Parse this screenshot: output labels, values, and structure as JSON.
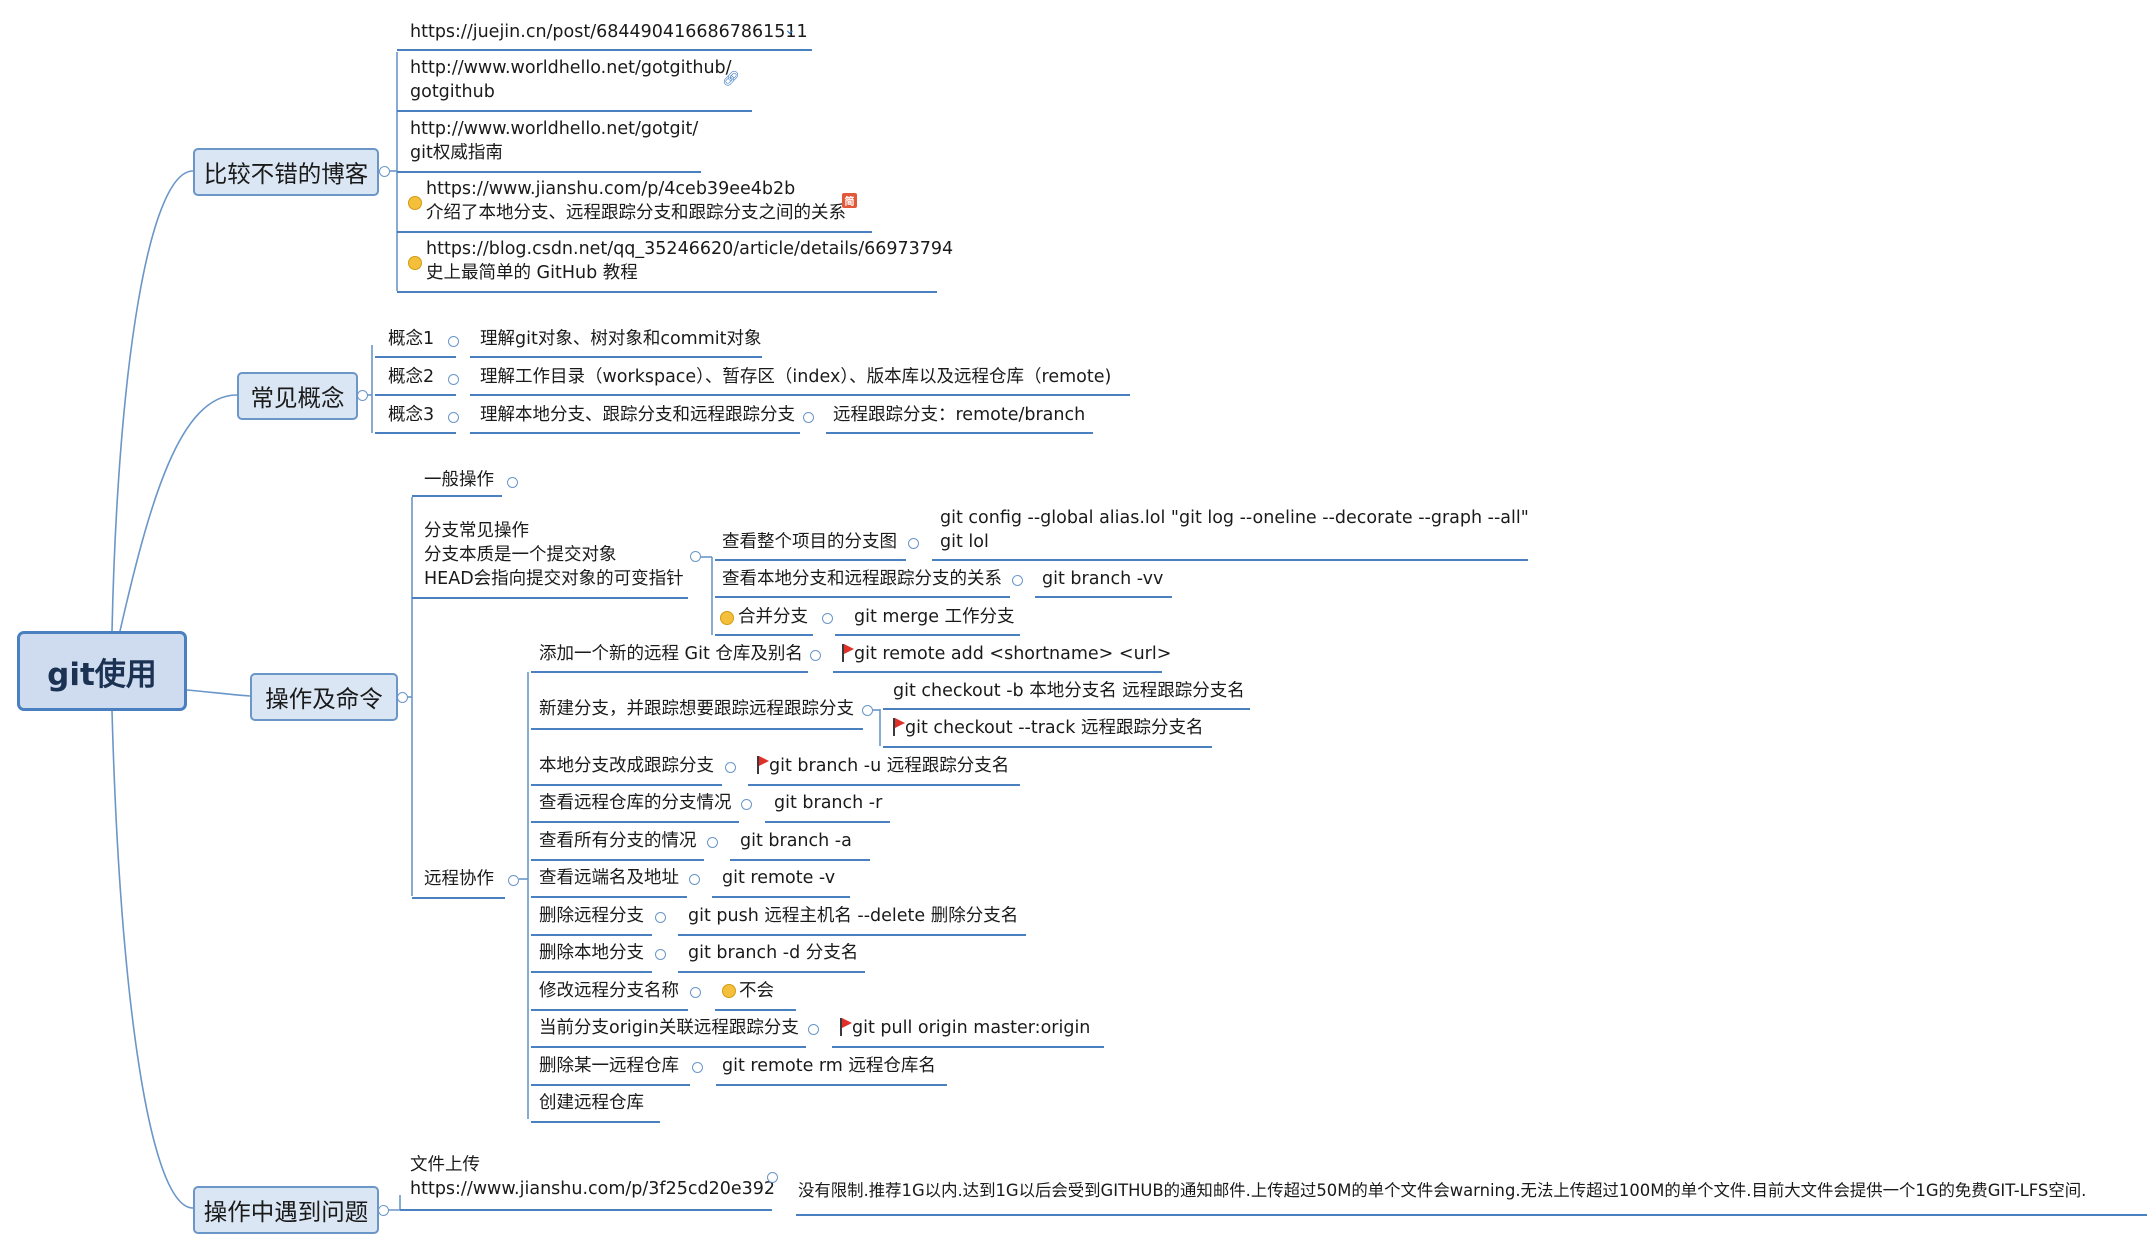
{
  "root": {
    "label": "git使用"
  },
  "branches": {
    "blogs": {
      "label": "比较不错的博客",
      "items": [
        {
          "lines": [
            "https://juejin.cn/post/6844904166867861511"
          ]
        },
        {
          "lines": [
            "http://www.worldhello.net/gotgithub/",
            "gotgithub"
          ]
        },
        {
          "lines": [
            "http://www.worldhello.net/gotgit/",
            "git权威指南"
          ]
        },
        {
          "lines": [
            "https://www.jianshu.com/p/4ceb39ee4b2b",
            "介绍了本地分支、远程跟踪分支和跟踪分支之间的关系"
          ]
        },
        {
          "lines": [
            "https://blog.csdn.net/qq_35246620/article/details/66973794",
            "史上最简单的 GitHub 教程"
          ]
        }
      ],
      "note_icon_label": "简"
    },
    "concepts": {
      "label": "常见概念",
      "items": [
        {
          "name": "概念1",
          "desc": "理解git对象、树对象和commit对象"
        },
        {
          "name": "概念2",
          "desc": "理解工作目录（workspace）、暂存区（index）、版本库以及远程仓库（remote)"
        },
        {
          "name": "概念3",
          "desc": "理解本地分支、跟踪分支和远程跟踪分支",
          "extra": "远程跟踪分支：remote/branch"
        }
      ]
    },
    "ops": {
      "label": "操作及命令",
      "general": "一般操作",
      "branch_ops": {
        "lines": [
          "分支常见操作",
          "分支本质是一个提交对象",
          "HEAD会指向提交对象的可变指针"
        ],
        "items": [
          {
            "label": "查看整个项目的分支图",
            "lines": [
              "git config --global alias.lol \"git log --oneline --decorate --graph --all\"",
              "git lol"
            ]
          },
          {
            "label": "查看本地分支和远程跟踪分支的关系",
            "value": "git branch -vv"
          },
          {
            "label": "合并分支",
            "value": "git merge 工作分支"
          }
        ]
      },
      "remote": {
        "label": "远程协作",
        "items": [
          {
            "label": "添加一个新的远程 Git 仓库及别名",
            "value": "git remote add <shortname> <url>"
          },
          {
            "label": "新建分支，并跟踪想要跟踪远程跟踪分支",
            "values": [
              "git checkout -b 本地分支名 远程跟踪分支名",
              "git checkout --track 远程跟踪分支名"
            ]
          },
          {
            "label": "本地分支改成跟踪分支",
            "value": "git branch -u 远程跟踪分支名"
          },
          {
            "label": "查看远程仓库的分支情况",
            "value": "git branch -r"
          },
          {
            "label": "查看所有分支的情况",
            "value": "git  branch -a"
          },
          {
            "label": "查看远端名及地址",
            "value": "git remote -v"
          },
          {
            "label": "删除远程分支",
            "value": "git push 远程主机名 --delete 删除分支名"
          },
          {
            "label": "删除本地分支",
            "value": "git branch -d 分支名"
          },
          {
            "label": "修改远程分支名称",
            "value": "不会"
          },
          {
            "label": "当前分支origin关联远程跟踪分支",
            "value": "git pull origin master:origin"
          },
          {
            "label": "删除某一远程仓库",
            "value": "git remote rm 远程仓库名"
          },
          {
            "label": "创建远程仓库"
          }
        ]
      }
    },
    "problems": {
      "label": "操作中遇到问题",
      "item_lines": [
        "文件上传",
        "https://www.jianshu.com/p/3f25cd20e392"
      ],
      "detail": "没有限制.推荐1G以内.达到1G以后会受到GITHUB的通知邮件.上传超过50M的单个文件会warning.无法上传超过100M的单个文件.目前大文件会提供一个1G的免费GIT-LFS空间."
    }
  },
  "colors": {
    "line": "#6a96c8",
    "underline": "#4a7fc0",
    "flag": "#e0302a",
    "emoji": "#f4c03c"
  }
}
